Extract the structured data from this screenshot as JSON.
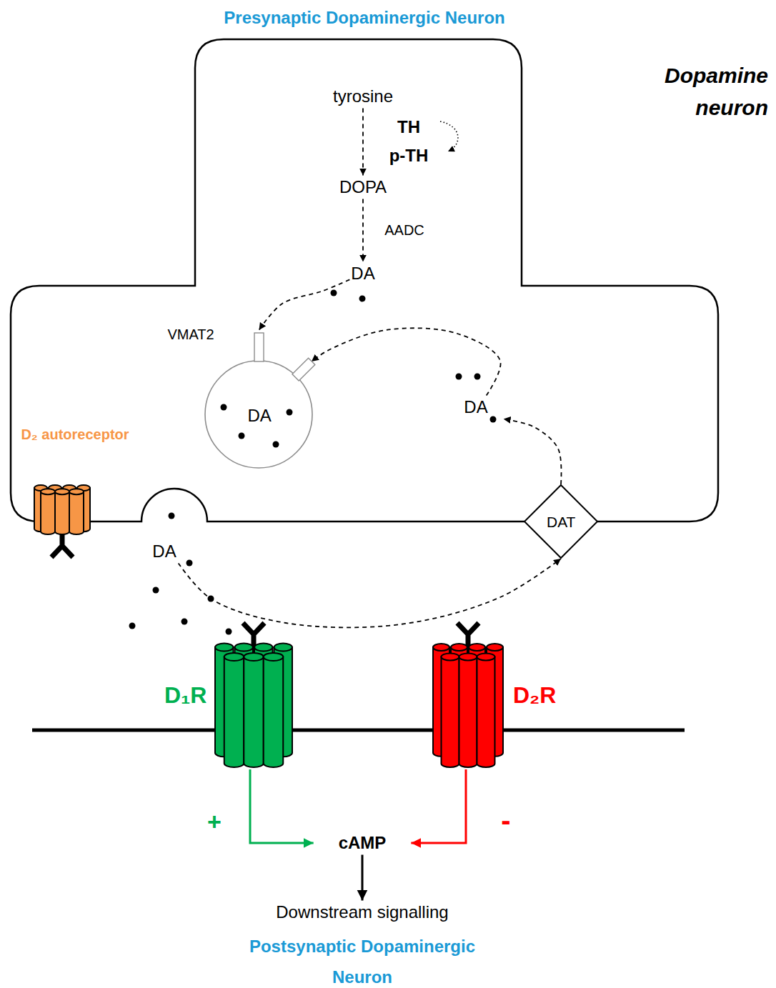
{
  "diagram": {
    "nodes": [
      {
        "text": [
          "Presynaptic Dopaminergic Neuron",
          "Dopamine neuron"
        ]
      },
      {
        "text": [
          "tyrosine"
        ],
        "in": 0
      },
      {
        "text": [
          "DOPA"
        ],
        "in": 0
      },
      {
        "text": [
          "DA"
        ],
        "in": 0
      },
      {
        "text": [
          "VMAT2",
          "DA"
        ],
        "in": 0
      },
      {
        "text": [
          "DA"
        ],
        "in": 0
      },
      {
        "text": [
          "D₂ autoreceptor"
        ],
        "in": 0
      },
      {
        "text": [
          "DAT"
        ],
        "in": 0
      },
      {
        "text": [
          "DA"
        ]
      },
      {
        "text": [
          "D₁R"
        ]
      },
      {
        "text": [
          "D₂R"
        ]
      },
      {
        "text": [
          "cAMP"
        ]
      },
      {
        "text": [
          "Downstream signalling"
        ]
      }
    ],
    "edges": [
      {
        "from": 1,
        "to": 2,
        "arrow": "to"
      },
      {
        "from": 2,
        "to": 3,
        "label": "AADC",
        "arrow": "to"
      },
      {
        "from": 3,
        "to": 4,
        "arrow": "to"
      },
      {
        "from": 8,
        "to": 7,
        "arrow": "to"
      },
      {
        "from": 7,
        "to": 5,
        "arrow": "to"
      },
      {
        "from": 5,
        "to": 4,
        "arrow": "to"
      },
      {
        "from": 9,
        "to": 11,
        "label": "+",
        "arrow": "to"
      },
      {
        "from": 10,
        "to": 11,
        "label": "-",
        "arrow": "to"
      },
      {
        "from": 11,
        "to": 12,
        "arrow": "to"
      }
    ],
    "labels": [
      "TH",
      "p-TH",
      "Postsynaptic Dopaminergic Neuron"
    ]
  }
}
